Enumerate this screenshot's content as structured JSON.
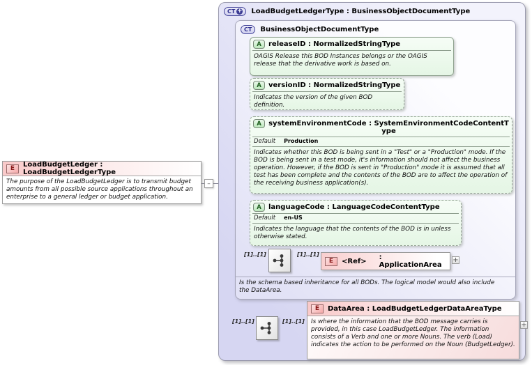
{
  "source_element": {
    "badge": "E",
    "title": "LoadBudgetLedger : LoadBudgetLedgerType",
    "annotation": "The purpose of the LoadBudgetLedger is to transmit budget amounts from all possible source applications throughout an enterprise to a general ledger or budget application."
  },
  "handle": {
    "collapse": "–"
  },
  "outer_type": {
    "badge": "CT",
    "plus": "+",
    "title": "LoadBudgetLedgerType : BusinessObjectDocumentType"
  },
  "base_type": {
    "badge": "CT",
    "title": "BusinessObjectDocumentType",
    "annotation": "Is the schema based inheritance for all BODs. The logical model would also include the DataArea.",
    "attributes": [
      {
        "badge": "A",
        "title": "releaseID : NormalizedStringType",
        "annotation": "OAGIS Release this BOD Instances belongs or the OAGIS release that the derivative work is based on."
      },
      {
        "badge": "A",
        "title": "versionID : NormalizedStringType",
        "annotation": "Indicates the version of the given BOD definition."
      },
      {
        "badge": "A",
        "title": "systemEnvironmentCode : SystemEnvironmentCodeContentType",
        "default_label": "Default",
        "default_value": "Production",
        "annotation": "Indicates whether this BOD is being sent in a \"Test\" or a \"Production\" mode. If the BOD is being sent in a test mode, it's information should not affect the business operation. However, if the BOD is sent in \"Production\" mode it is assumed that all test has been complete and the contents of the BOD are to affect the operation of the receiving business application(s)."
      },
      {
        "badge": "A",
        "title": "languageCode : LanguageCodeContentType",
        "default_label": "Default",
        "default_value": "en-US",
        "annotation": "Indicates the language that the contents of the BOD is in unless otherwise stated."
      }
    ],
    "ref_row": {
      "cardinality_left": "[1]..[1]",
      "cardinality_right": "[1]..[1]",
      "element": {
        "badge": "E",
        "name": "<Ref>",
        "type": ": ApplicationArea",
        "expand": "+"
      }
    }
  },
  "data_area_row": {
    "cardinality_left": "[1]..[1]",
    "cardinality_right": "[1]..[1]",
    "element": {
      "badge": "E",
      "title": "DataArea : LoadBudgetLedgerDataAreaType",
      "annotation": "Is where the information that the BOD message carries is provided, in this case LoadBudgetLedger. The information consists of a Verb and one or more Nouns. The verb (Load) indicates the action to be performed on the Noun (BudgetLedger).",
      "expand": "+"
    }
  },
  "colors": {
    "outer_fill": "#D6D6F2",
    "inner_fill": "#ECECF9",
    "attribute_fill": "#E9F7E9",
    "element_header_pink": "#F9C9C9",
    "badge_e_fill": "#F5A9A9",
    "badge_a_fill": "#BCE8BC",
    "badge_ct_border": "#44449A",
    "connector_line": "#8A8A9A"
  }
}
